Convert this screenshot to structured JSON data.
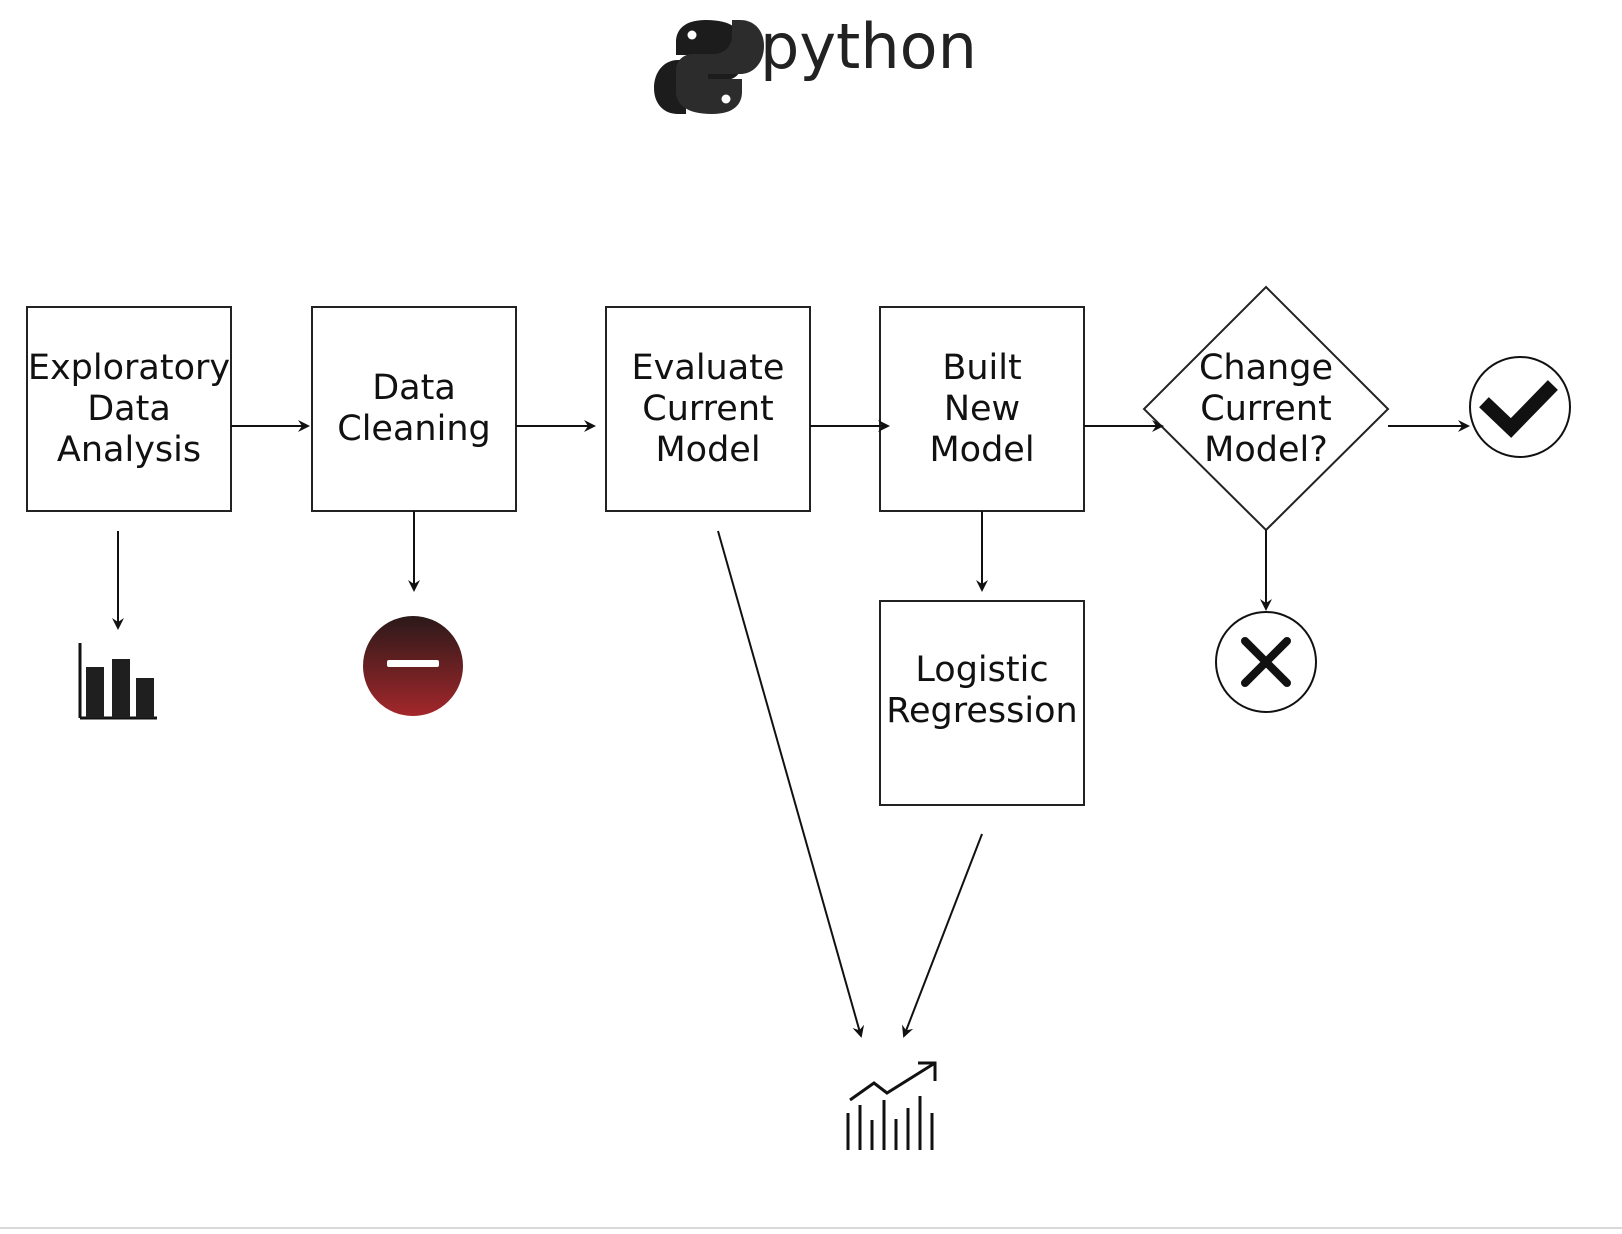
{
  "logo": {
    "text": "python",
    "icon": "python-snake-icon"
  },
  "nodes": {
    "eda": {
      "lines": [
        "Exploratory",
        "Data",
        "Analysis"
      ]
    },
    "cleaning": {
      "lines": [
        "Data",
        "Cleaning"
      ]
    },
    "evaluate": {
      "lines": [
        "Evaluate",
        "Current",
        "Model"
      ]
    },
    "build": {
      "lines": [
        "Built",
        "New",
        "Model"
      ]
    },
    "decision": {
      "lines": [
        "Change",
        "Current",
        "Model?"
      ]
    },
    "logistic": {
      "lines": [
        "Logistic",
        "Regression"
      ]
    }
  },
  "icons": {
    "eda_result": "bar-chart-icon",
    "cleaning_result": "minus-circle-icon",
    "yes_result": "check-circle-icon",
    "no_result": "x-circle-icon",
    "final_result": "growth-chart-icon"
  },
  "colors": {
    "minus_top": "#2b1919",
    "minus_bottom": "#a3272b",
    "line": "#111111"
  }
}
